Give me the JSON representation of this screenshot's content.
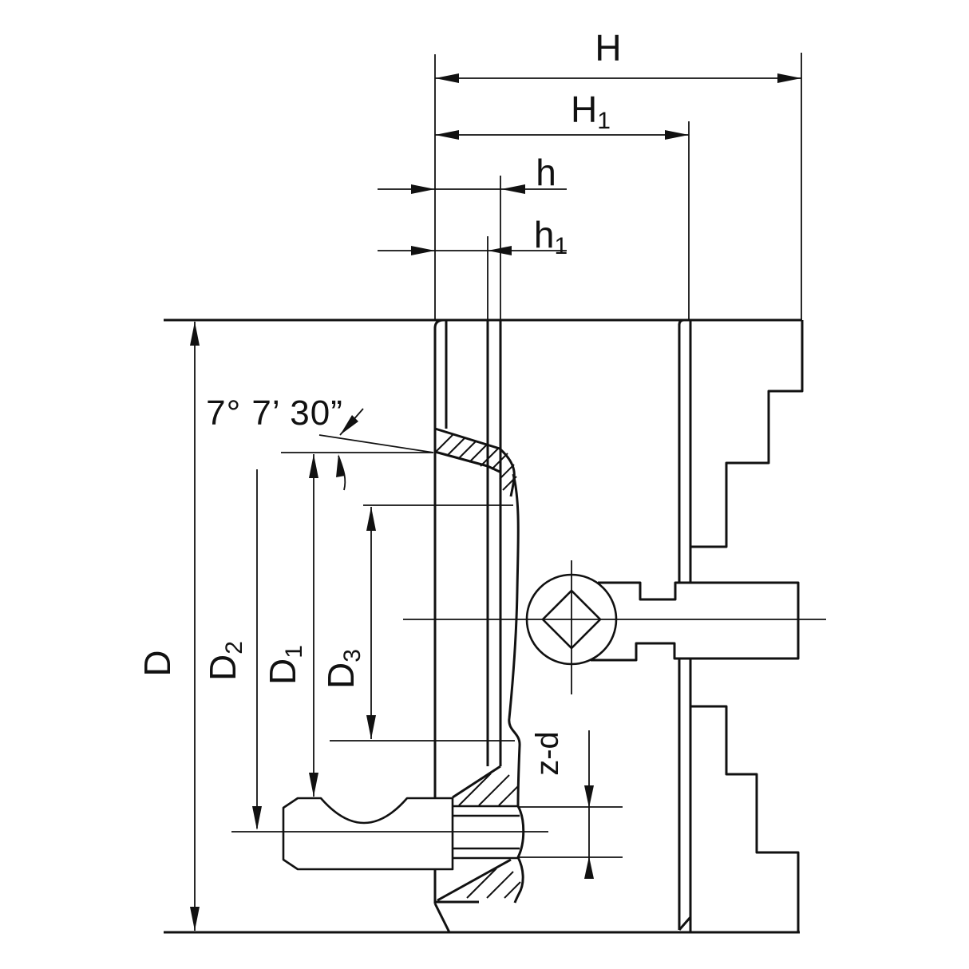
{
  "drawing": {
    "type": "technical-drawing",
    "subject": "lathe chuck cross-section with dimension callouts",
    "background_color": "#ffffff",
    "line_color": "#111111"
  },
  "labels": {
    "H": {
      "main": "H",
      "sub": ""
    },
    "H1": {
      "main": "H",
      "sub": "1"
    },
    "h": {
      "main": "h",
      "sub": ""
    },
    "h1": {
      "main": "h",
      "sub": "1"
    },
    "D": {
      "main": "D",
      "sub": ""
    },
    "D2": {
      "main": "D",
      "sub": "2"
    },
    "D1": {
      "main": "D",
      "sub": "1"
    },
    "D3": {
      "main": "D",
      "sub": "3"
    },
    "zd": {
      "main": "z-d",
      "sub": ""
    },
    "angle": {
      "main": "7° 7’ 30”",
      "sub": ""
    }
  },
  "dimension_labels_visible": [
    "H",
    "H1",
    "h",
    "h1",
    "D",
    "D2",
    "D1",
    "D3",
    "z-d",
    "7° 7’ 30”"
  ]
}
